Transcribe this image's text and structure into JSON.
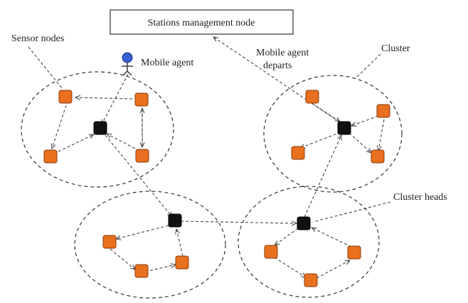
{
  "diagram": {
    "station_label": "Stations management node",
    "sensor_nodes_label": "Sensor nodes",
    "mobile_agent_label": "Mobile agent",
    "departs_line1": "Mobile agent",
    "departs_line2": "departs",
    "cluster_label": "Cluster",
    "cluster_heads_label": "Cluster heads"
  },
  "colors": {
    "sensor": "#e8701e",
    "cluster_head": "#111111",
    "agent": "#3a5fd0"
  }
}
